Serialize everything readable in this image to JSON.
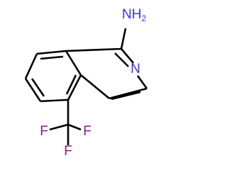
{
  "molecule": {
    "atoms": {
      "amine": {
        "text": "NH",
        "subscript": "2",
        "color": "#3333ff"
      },
      "ring_nitrogen": {
        "text": "N",
        "color": "#3333ff"
      },
      "fluorine_left": {
        "text": "F",
        "color": "#8b1a8b"
      },
      "fluorine_right": {
        "text": "F",
        "color": "#8b1a8b"
      },
      "fluorine_bottom": {
        "text": "F",
        "color": "#8b1a8b"
      }
    },
    "bond_color": "#000000"
  }
}
